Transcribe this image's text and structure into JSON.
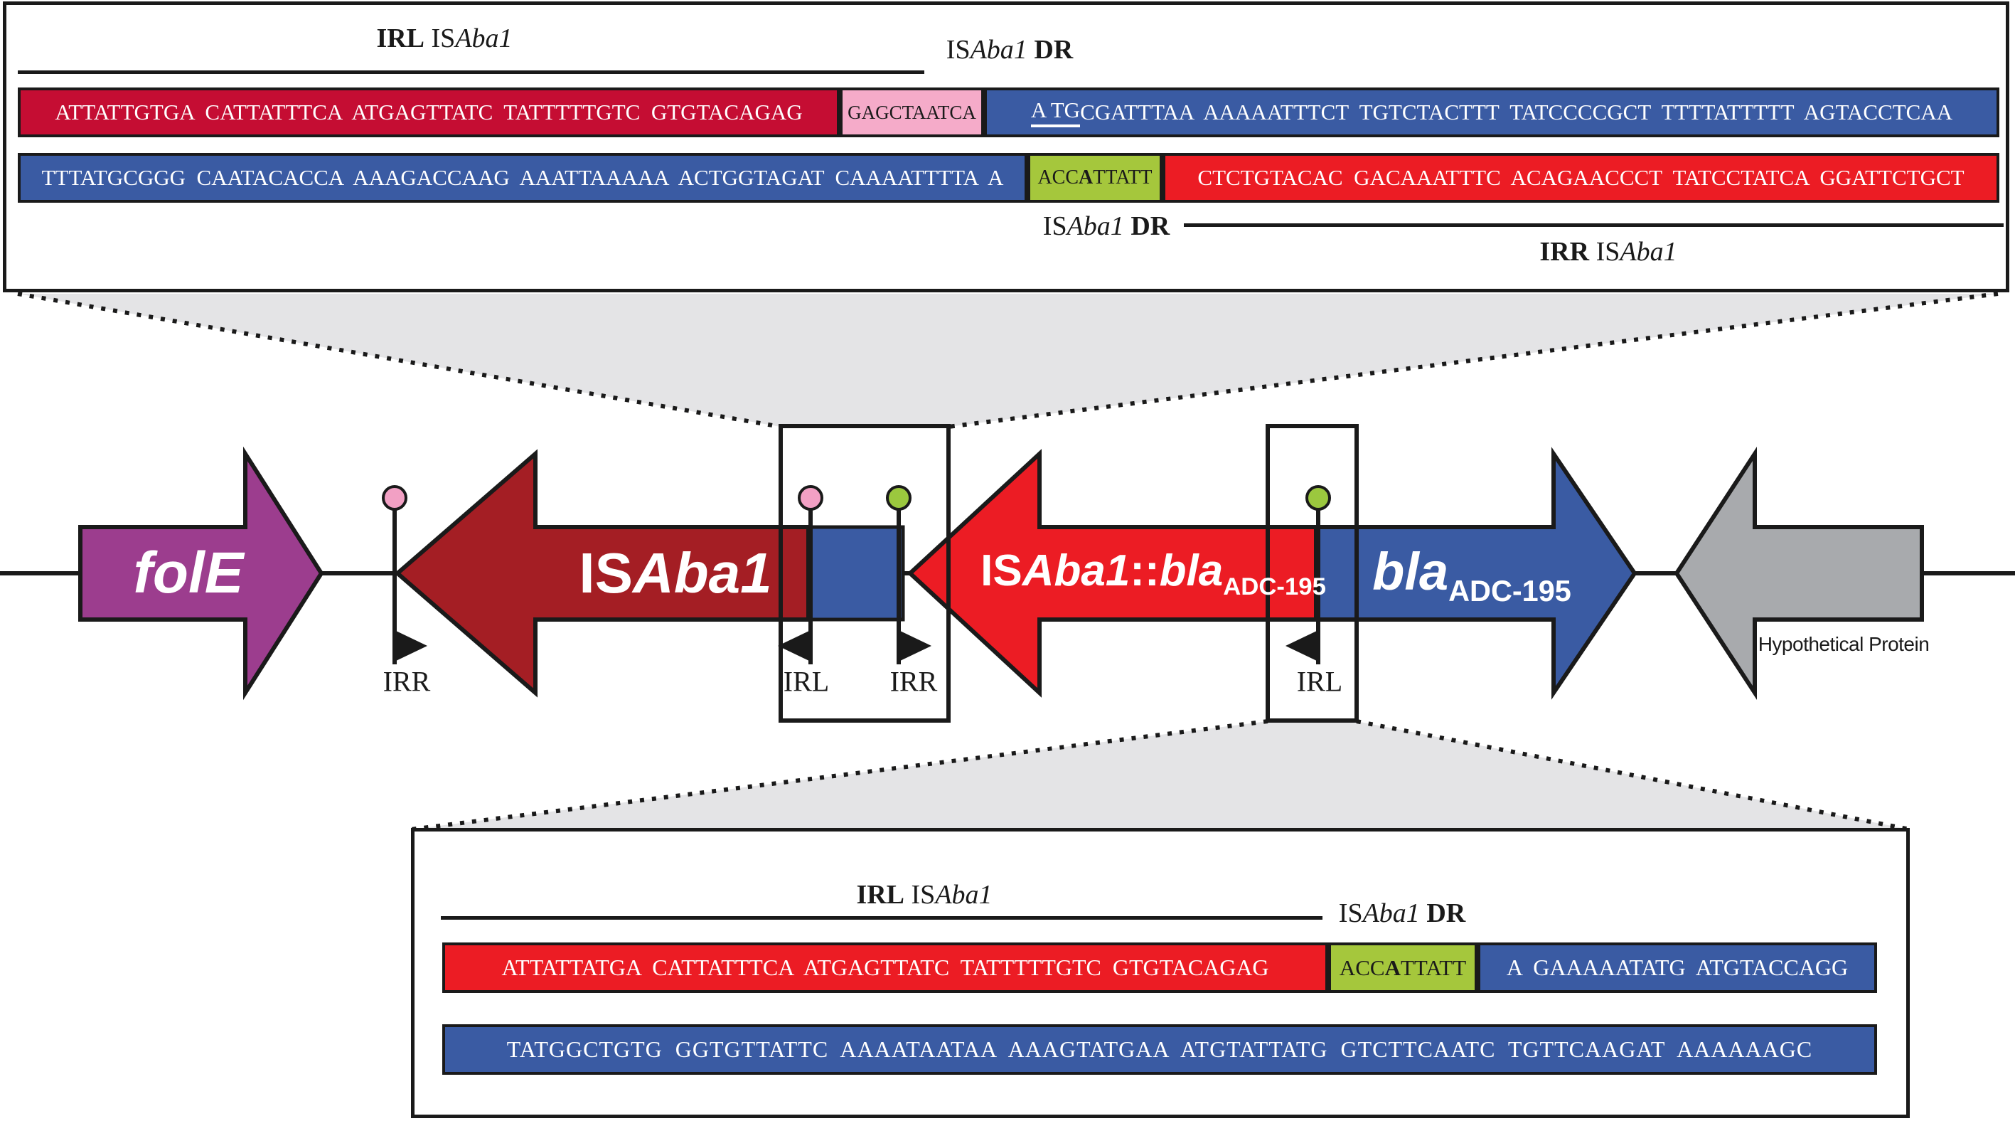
{
  "colors": {
    "outline": "#1a1a1a",
    "crimson_block": "#c50d33",
    "bright_red": "#ec1c24",
    "dark_red": "#a41e24",
    "blue": "#3a5ba3",
    "pink_block": "#f5abc9",
    "pink_marker": "#f2a0c4",
    "green_block": "#a5c73c",
    "green_marker": "#9bc83e",
    "purple": "#9c3d8e",
    "gray_arrow": "#a8aaad",
    "beam_gray": "#e4e4e6"
  },
  "top_panel": {
    "irl_label": {
      "bold": "IRL",
      "pre": " IS",
      "italic": "Aba1"
    },
    "dr_label_top": {
      "pre": "IS",
      "italic": "Aba1",
      "bold": " DR"
    },
    "row1": {
      "red_seq": "ATTATTGTGA  CATTATTTCA  ATGAGTTATC  TATTTTTGTC  GTGTACAGAG",
      "pink_seq": "GAGCTAATCA",
      "blue_underlined": "A TG",
      "blue_seq": "CGATTTAA  AAAAATTTCT  TGTCTACTTT  TATCCCCGCT  TTTTATTTTT  AGTACCTCAA"
    },
    "row2": {
      "blue_seq": "TTTATGCGGG  CAATACACCA  AAAGACCAAG  AAATTAAAAA  ACTGGTAGAT  CAAAATTTTA  A",
      "green_pre": "ACC",
      "green_bold": "A",
      "green_post": "TTATT",
      "red_seq": "CTCTGTACAC  GACAAATTTC  ACAGAACCCT  TATCCTATCA  GGATTCTGCT"
    },
    "dr_label_bottom": {
      "pre": "IS",
      "italic": "Aba1",
      "bold": " DR"
    },
    "irr_label": {
      "bold": "IRR",
      "pre": " IS",
      "italic": "Aba1"
    }
  },
  "gene_map": {
    "folE": "folE",
    "isaba1": {
      "pre": "IS",
      "italic": "Aba1"
    },
    "isaba1_bla": {
      "pre": "IS",
      "italic1": "Aba1",
      "sep": "::",
      "italic2": "bla",
      "sub": "ADC-195"
    },
    "bla": {
      "italic": "bla",
      "sub": "ADC-195"
    },
    "hypothetical": "Hypothetical Protein",
    "ir_marks": {
      "fole_irr": "IRR",
      "box1_irl": "IRL",
      "box1_irr": "IRR",
      "box2_irl": "IRL"
    }
  },
  "bottom_panel": {
    "irl_label": {
      "bold": "IRL",
      "pre": " IS",
      "italic": "Aba1"
    },
    "dr_label": {
      "pre": "IS",
      "italic": "Aba1",
      "bold": " DR"
    },
    "row1": {
      "red_seq": "ATTATTATGA  CATTATTTCA  ATGAGTTATC  TATTTTTGTC  GTGTACAGAG",
      "green_pre": "ACC",
      "green_bold": "A",
      "green_post": "TTATT",
      "blue_seq": "A  GAAAAATATG  ATGTACCAGG"
    },
    "row2": {
      "blue_seq": "TATGGCTGTG  GGTGTTATTC  AAAATAATAA  AAAGTATGAA  ATGTATTATG  GTCTTCAATC  TGTTCAAGAT  AAAAAAGC"
    }
  }
}
